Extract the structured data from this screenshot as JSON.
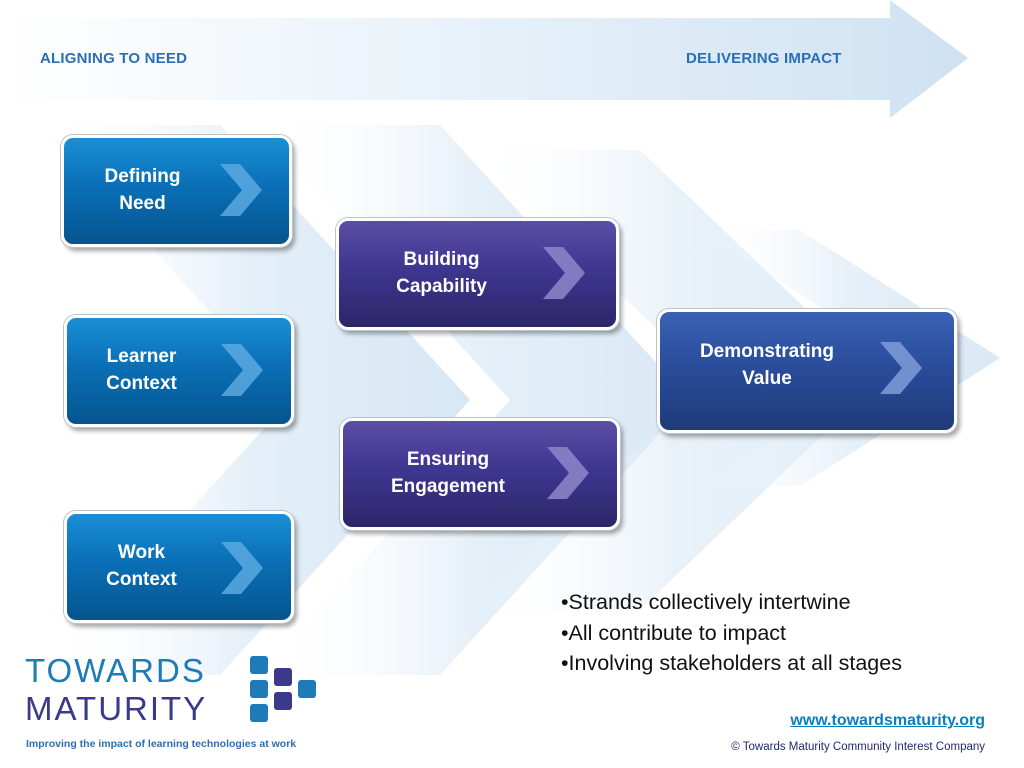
{
  "banner": {
    "left_label": "ALIGNING TO NEED",
    "right_label": "DELIVERING IMPACT"
  },
  "boxes": {
    "defining_need": "Defining\nNeed",
    "learner_context": "Learner\nContext",
    "work_context": "Work\nContext",
    "building_capability": "Building\nCapability",
    "ensuring_engagement": "Ensuring\nEngagement",
    "demonstrating_value": "Demonstrating\nValue"
  },
  "bullets": [
    "•Strands collectively intertwine",
    "•All contribute to impact",
    "•Involving stakeholders at all stages"
  ],
  "logo": {
    "line1": "TOWARDS",
    "line2": "MATURITY",
    "tagline": "Improving the impact of learning technologies at work"
  },
  "footer": {
    "website": "www.towardsmaturity.org",
    "copyright": "Towards Maturity Community Interest Company",
    "copyright_symbol": "©"
  },
  "colors": {
    "blue_box": "#0a6fb6",
    "purple_box": "#3f3690",
    "navy_box": "#2a4d9c",
    "logo_blue": "#1f7ab8",
    "logo_purple": "#3b3a8a"
  }
}
